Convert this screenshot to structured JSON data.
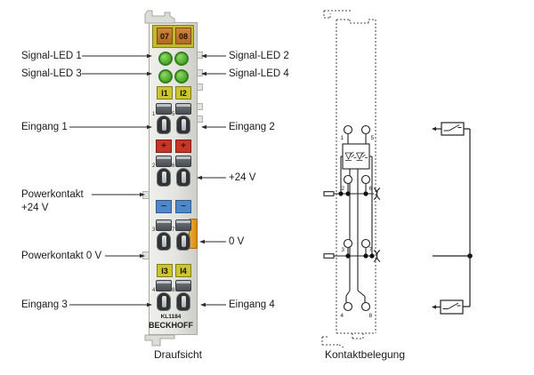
{
  "product": {
    "model": "KL1184",
    "brand": "BECKHOFF"
  },
  "module": {
    "id_tabs": [
      "07",
      "08"
    ],
    "channel_ids_top": [
      "I1",
      "I2"
    ],
    "channel_ids_bottom": [
      "I3",
      "I4"
    ],
    "plus": "+",
    "minus": "−",
    "terminal_numbers": [
      "1",
      "5",
      "2",
      "6",
      "3",
      "7",
      "4",
      "8"
    ]
  },
  "labels": {
    "left": [
      "Signal-LED 1",
      "Signal-LED 3",
      "Eingang 1",
      "Powerkontakt",
      "+24 V",
      "Powerkontakt 0 V",
      "Eingang 3"
    ],
    "right": [
      "Signal-LED 2",
      "Signal-LED 4",
      "Eingang 2",
      "+24 V",
      "0 V",
      "Eingang 4"
    ]
  },
  "captions": {
    "top_view": "Draufsicht",
    "contact_assignment": "Kontaktbelegung"
  },
  "schematic": {
    "terminal_numbers": [
      "1",
      "5",
      "2",
      "6",
      "3",
      "7",
      "4",
      "8"
    ]
  },
  "colors": {
    "led_green": "#58b434",
    "id_tab_orange": "#b06a24",
    "frame_yellow": "#c2bb2e",
    "plus_red": "#c63526",
    "minus_blue": "#5187c6",
    "power_tab_orange": "#e09a22",
    "body_gray": "#e4e4e0",
    "line_dark": "#222222"
  }
}
